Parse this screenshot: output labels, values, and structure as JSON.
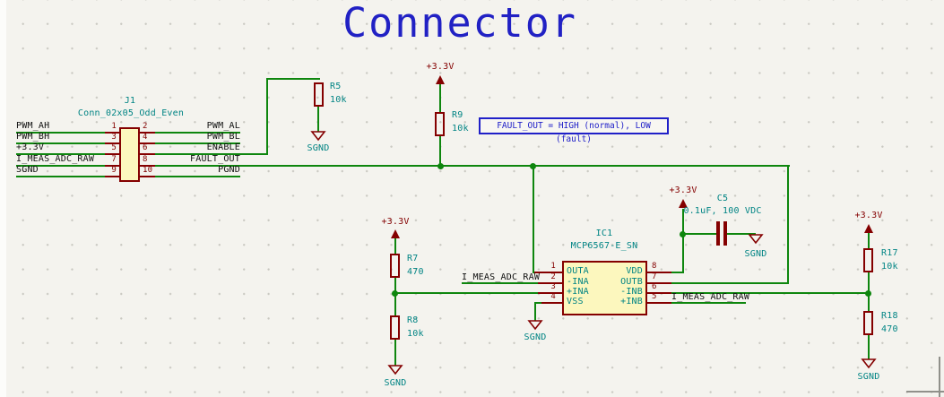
{
  "title": "Connector",
  "note_box": {
    "text": "FAULT_OUT = HIGH (normal), LOW (fault)"
  },
  "connector_j1": {
    "reference": "J1",
    "value": "Conn_02x05_Odd_Even",
    "rows": [
      {
        "left_pin": "1",
        "right_pin": "2",
        "left_net": "PWM_AH",
        "right_net": "PWM_AL"
      },
      {
        "left_pin": "3",
        "right_pin": "4",
        "left_net": "PWM_BH",
        "right_net": "PWM_BL"
      },
      {
        "left_pin": "5",
        "right_pin": "6",
        "left_net": "+3.3V",
        "right_net": "ENABLE"
      },
      {
        "left_pin": "7",
        "right_pin": "8",
        "left_net": "I_MEAS_ADC_RAW",
        "right_net": "FAULT_OUT"
      },
      {
        "left_pin": "9",
        "right_pin": "10",
        "left_net": "SGND",
        "right_net": "PGND"
      }
    ]
  },
  "ic1": {
    "reference": "IC1",
    "value": "MCP6567-E_SN",
    "left_pins": [
      {
        "number": "1",
        "name": "OUTA"
      },
      {
        "number": "2",
        "name": "-INA"
      },
      {
        "number": "3",
        "name": "+INA"
      },
      {
        "number": "4",
        "name": "VSS"
      }
    ],
    "right_pins": [
      {
        "number": "8",
        "name": "VDD"
      },
      {
        "number": "7",
        "name": "OUTB"
      },
      {
        "number": "6",
        "name": "-INB"
      },
      {
        "number": "5",
        "name": "+INB"
      }
    ]
  },
  "resistors": {
    "r5": {
      "reference": "R5",
      "value": "10k"
    },
    "r9": {
      "reference": "R9",
      "value": "10k"
    },
    "r7": {
      "reference": "R7",
      "value": "470"
    },
    "r8": {
      "reference": "R8",
      "value": "10k"
    },
    "r17": {
      "reference": "R17",
      "value": "10k"
    },
    "r18": {
      "reference": "R18",
      "value": "470"
    }
  },
  "capacitors": {
    "c5": {
      "reference": "C5",
      "value": "0.1uF, 100 VDC"
    }
  },
  "net_labels": {
    "i_meas_adc_raw": "I_MEAS_ADC_RAW"
  },
  "power_symbols": {
    "v33": "+3.3V",
    "sgnd": "SGND"
  },
  "colors": {
    "wire_green": "#0E860E",
    "symbol_red": "#840000",
    "value_teal": "#008484",
    "net_label_black": "#101010",
    "annotation_blue": "#2020C8",
    "body_fill": "#FCF7BE",
    "canvas_bg": "#F4F3EE"
  }
}
